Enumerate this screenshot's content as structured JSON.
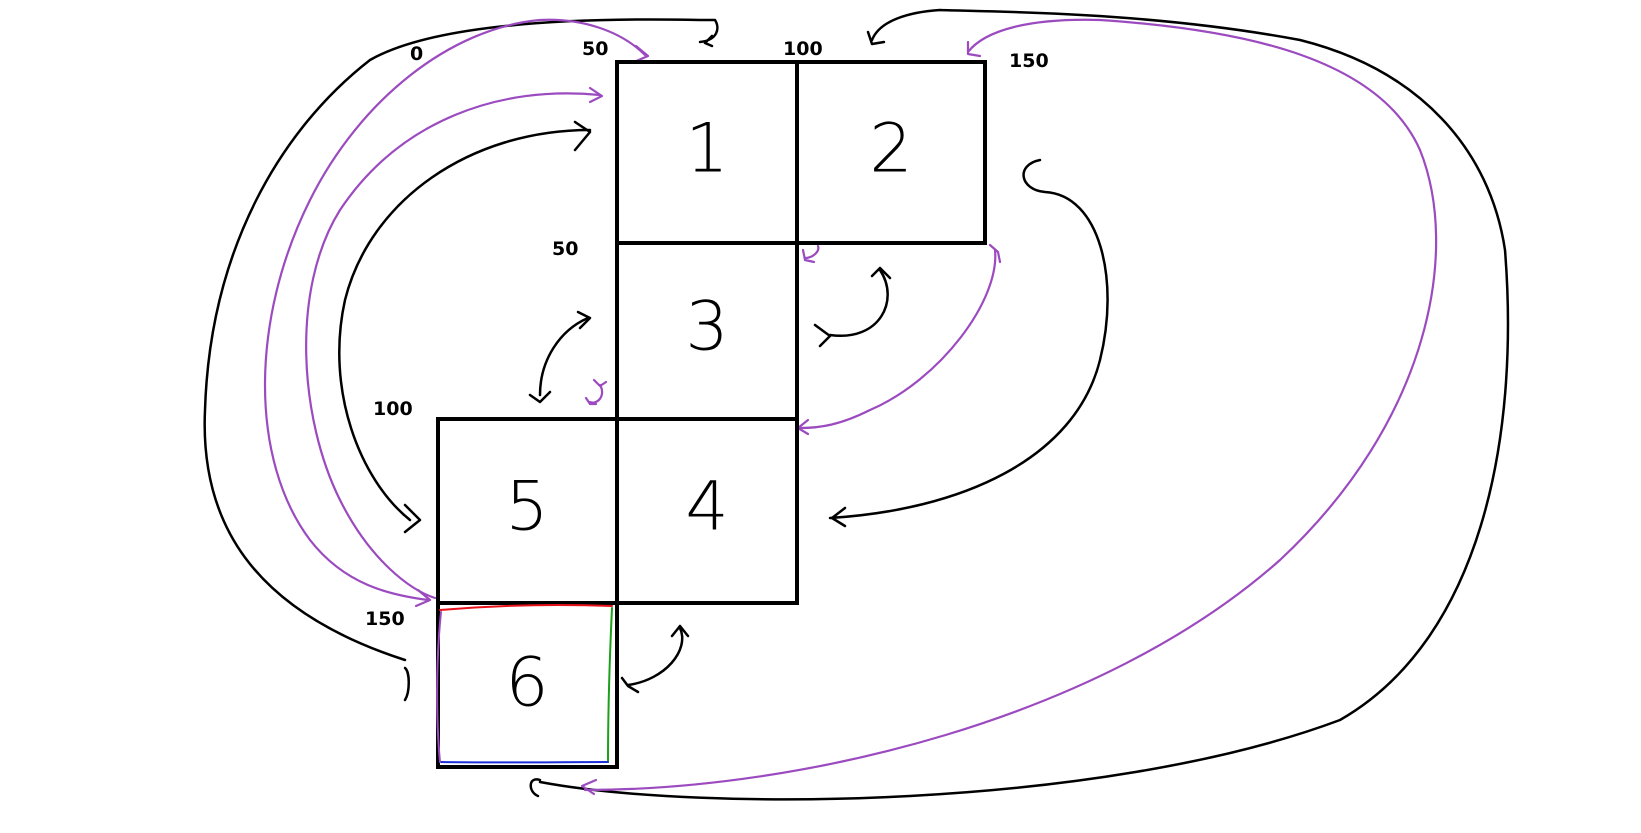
{
  "faces": [
    {
      "id": "1",
      "label": "1"
    },
    {
      "id": "2",
      "label": "2"
    },
    {
      "id": "3",
      "label": "3"
    },
    {
      "id": "4",
      "label": "4"
    },
    {
      "id": "5",
      "label": "5"
    },
    {
      "id": "6",
      "label": "6"
    }
  ],
  "coordinates": {
    "top_0": "0",
    "top_50": "50",
    "top_100": "100",
    "top_150": "150",
    "left_50": "50",
    "left_100": "100",
    "left_150": "150"
  },
  "colors": {
    "black_arrows": "#000000",
    "purple_arrows": "#9b4bbf",
    "face6_top_edge": "#e8121a",
    "face6_right_edge": "#1aa01a",
    "face6_bottom_edge": "#1a2fd6"
  }
}
